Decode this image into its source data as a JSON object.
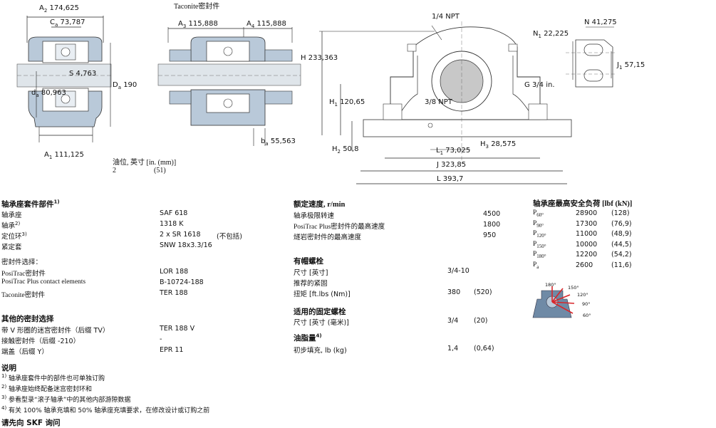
{
  "drawing_labels": {
    "A2": "A",
    "A2_val": "174,625",
    "Ca": "C",
    "Ca_val": "73,787",
    "S": "S",
    "S_val": "4,763",
    "Da": "D",
    "Da_val": "190",
    "da": "d",
    "da_val": "80,963",
    "A1": "A",
    "A1_val": "111,125",
    "taconite_title": "Taconite密封件",
    "A3": "A",
    "A3_val": "115,888",
    "A4": "A",
    "A4_val": "115,888",
    "ba": "b",
    "ba_val": "55,563",
    "npt_14": "1/4 NPT",
    "H": "H",
    "H_val": "233,363",
    "H1": "H",
    "H1_val": "120,65",
    "npt_38": "3/8 NPT",
    "H2": "H",
    "H2_val": "50,8",
    "L1": "L",
    "L1_val": "73,025",
    "H3": "H",
    "H3_val": "28,575",
    "J": "J",
    "J_val": "323,85",
    "L": "L",
    "L_val": "393,7",
    "G": "G",
    "G_val": "3/4 in.",
    "N1": "N",
    "N1_val": "22,225",
    "N": "N",
    "N_val": "41,275",
    "J1": "J",
    "J1_val": "57,15"
  },
  "oil": {
    "label": "油位, 英寸 [in. (mm)]",
    "value_in": "2",
    "value_mm": "(51)"
  },
  "components": {
    "title": "轴承座套件部件",
    "rows": [
      {
        "label": "轴承座",
        "value": "SAF 618"
      },
      {
        "label": "轴承",
        "value": "1318 K"
      },
      {
        "label": "定位环",
        "value": "2 x SR 1618",
        "extra": "(不包括)"
      },
      {
        "label": "紧定套",
        "value": "SNW 18x3.3/16"
      }
    ],
    "seal_title": "密封件选择：",
    "seals": [
      {
        "label": "PosiTrac密封件",
        "value": "LOR 188"
      },
      {
        "label": "PosiTrac Plus contact elements",
        "value": "B-10724-188"
      },
      {
        "label": "Taconite密封件",
        "value": "TER 188"
      }
    ]
  },
  "other_seals": {
    "title": "其他的密封选择",
    "rows": [
      {
        "label": "带 V 形圈的迷宫密封件（后缀 TV）",
        "value": "TER 188 V"
      },
      {
        "label": "接触密封件（后缀 -210）",
        "value": "-"
      },
      {
        "label": "端盖（后缀 Y）",
        "value": "EPR 11"
      }
    ]
  },
  "notes": {
    "title": "说明",
    "items": [
      {
        "num": "1)",
        "text": "轴承座套件中的部件也可单独订购"
      },
      {
        "num": "2)",
        "text": "轴承座始终配备迷宫密封环和"
      },
      {
        "num": "3)",
        "text": "参看型录“滚子轴承”中的其他内部游隙数据"
      },
      {
        "num": "4)",
        "text": "有关 100% 轴承充填和 50% 轴承座充填要求，在修改设计或订购之前"
      }
    ],
    "final": "请先向 SKF 询问"
  },
  "speeds": {
    "title": "额定速度, r/min",
    "rows": [
      {
        "label": "轴承极限转速",
        "value": "4500"
      },
      {
        "label": "PosiTrac Plus密封件的最高速度",
        "value": "1800"
      },
      {
        "label": "燧岩密封件的最高速度",
        "value": "950"
      }
    ]
  },
  "cap_bolts": {
    "title": "有帽螺栓",
    "rows": [
      {
        "label": "尺寸 [英寸]",
        "value": "3/4-10",
        "extra": ""
      },
      {
        "label": "推荐的紧固",
        "value": "",
        "extra": ""
      },
      {
        "label": "扭矩 [ft.lbs (Nm)]",
        "value": "380",
        "extra": "(520)"
      }
    ]
  },
  "fix_bolts": {
    "title": "适用的固定螺栓",
    "rows": [
      {
        "label": "尺寸 [英寸 (毫米)]",
        "value": "3/4",
        "extra": "(20)"
      }
    ]
  },
  "grease": {
    "title": "油脂量",
    "title_sup": "4)",
    "rows": [
      {
        "label": "初步填充, lb (kg)",
        "value": "1,4",
        "extra": "(0,64)"
      }
    ]
  },
  "loads": {
    "title": "轴承座最高安全负荷 [lbf (kN)]",
    "rows": [
      {
        "sub": "60°",
        "lbf": "28900",
        "kn": "(128)"
      },
      {
        "sub": "90°",
        "lbf": "17300",
        "kn": "(76,9)"
      },
      {
        "sub": "120°",
        "lbf": "11000",
        "kn": "(48,9)"
      },
      {
        "sub": "150°",
        "lbf": "10000",
        "kn": "(44,5)"
      },
      {
        "sub": "180°",
        "lbf": "12200",
        "kn": "(54,2)"
      },
      {
        "sub": "a",
        "lbf": "2600",
        "kn": "(11,6)"
      }
    ],
    "angles": [
      "180°",
      "150°",
      "120°",
      "90°",
      "60°"
    ],
    "row_letter": "P"
  },
  "colors": {
    "housing": "#b9c9d9",
    "housing_dark": "#6f8aa6",
    "arrow": "#d8262a",
    "line": "#222222"
  }
}
